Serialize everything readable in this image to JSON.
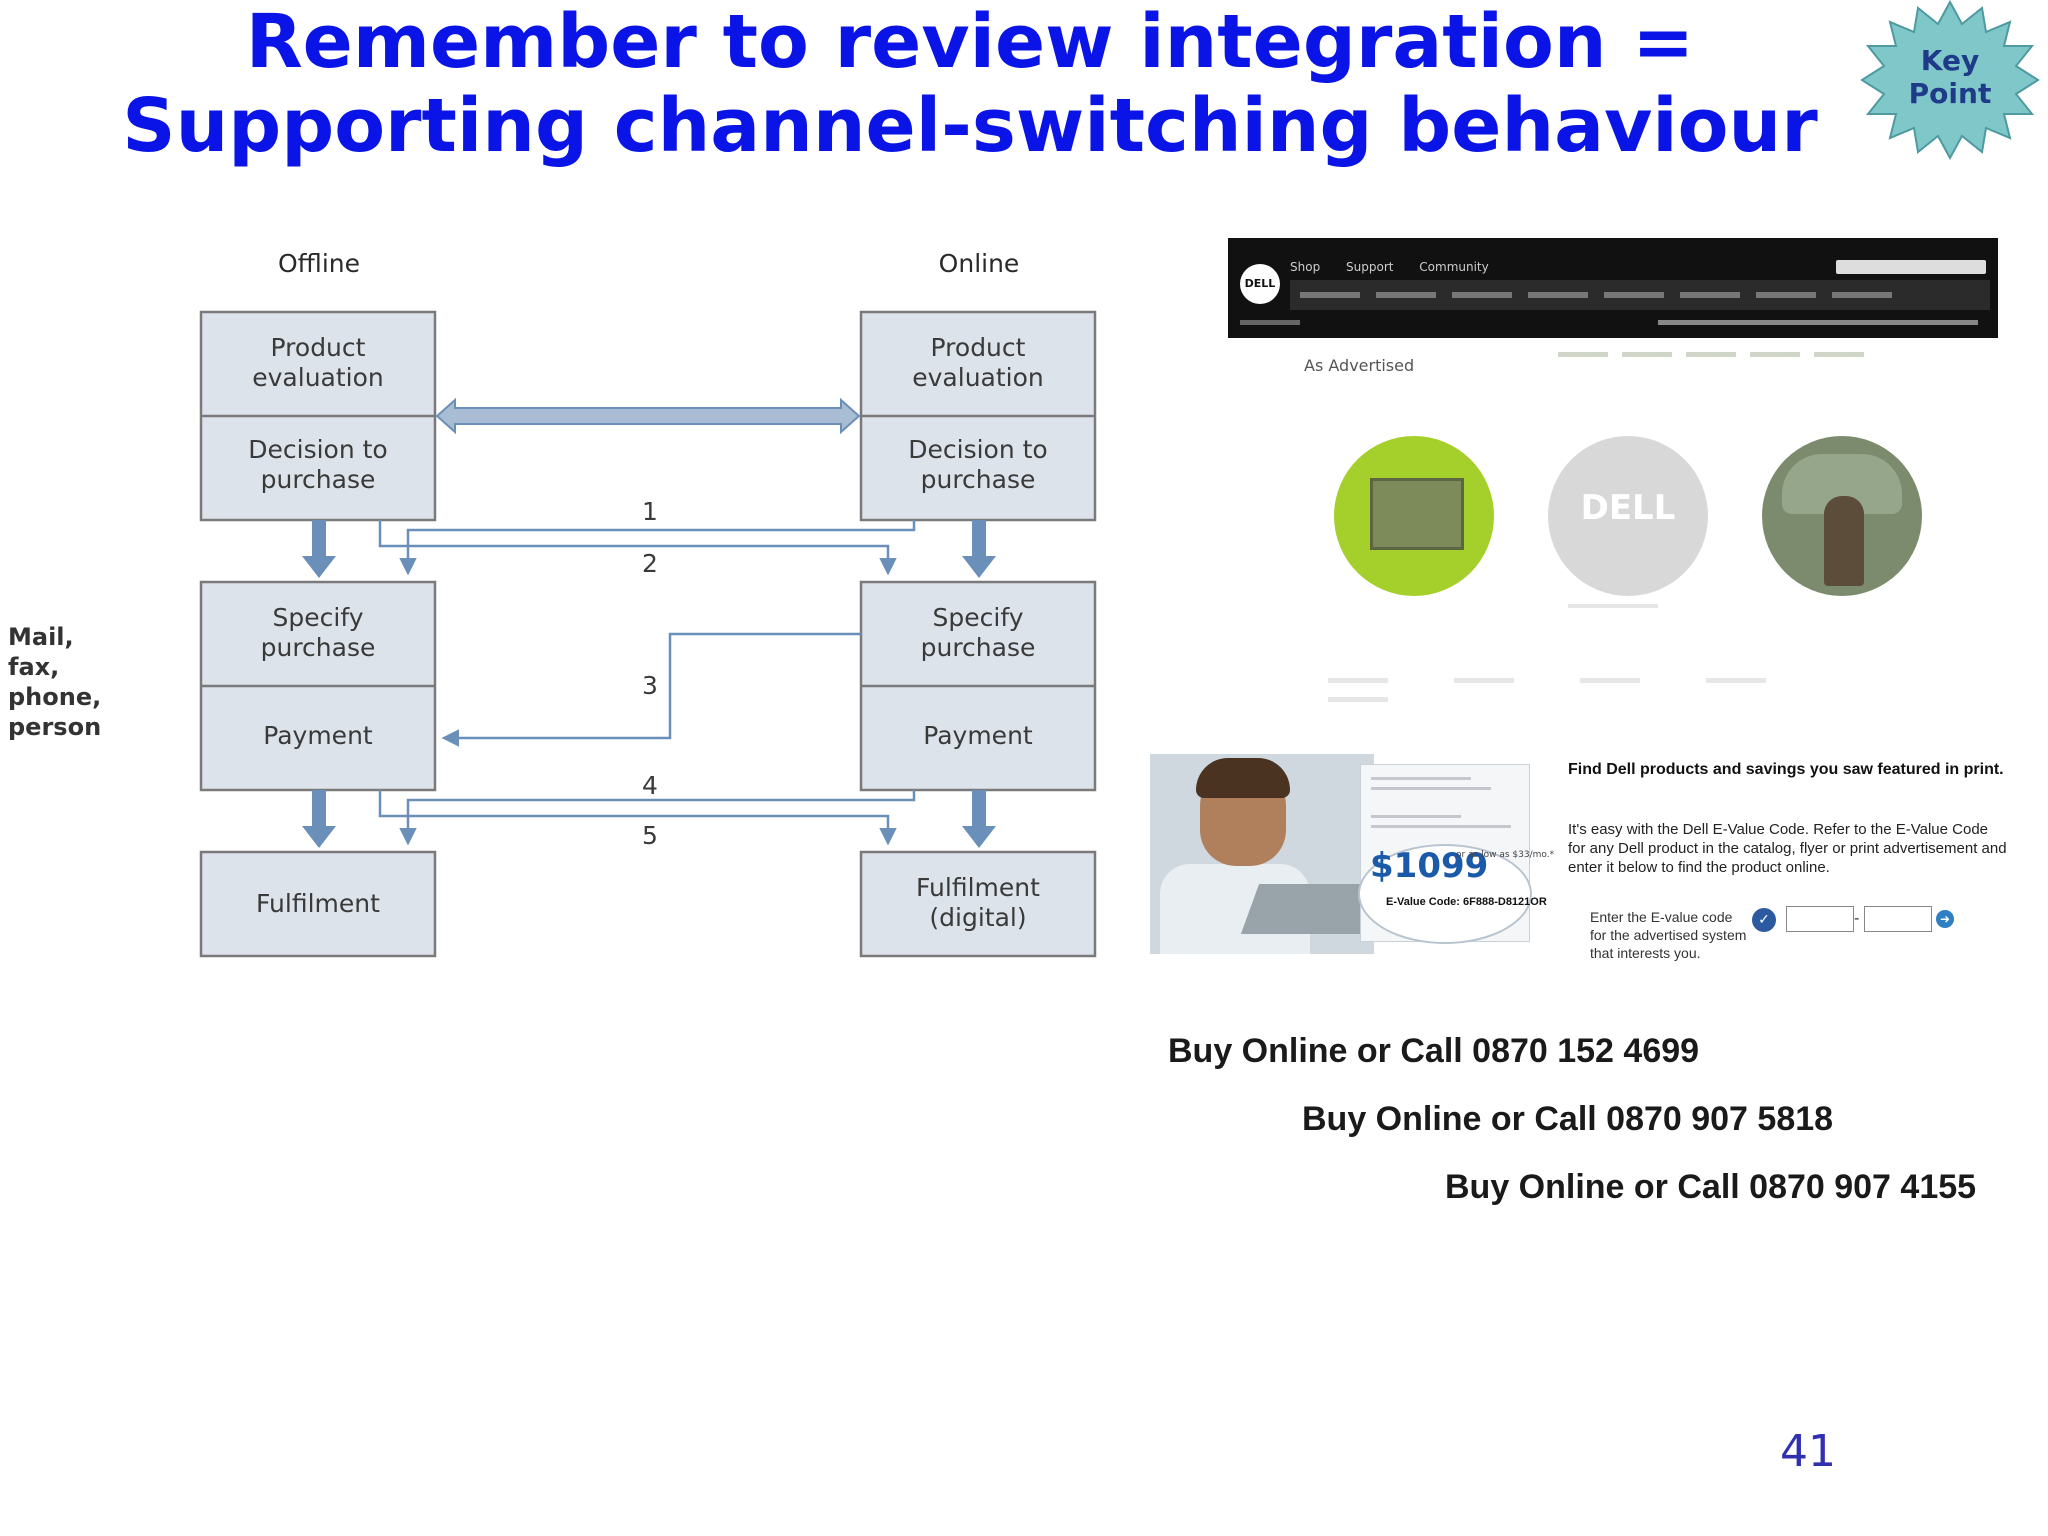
{
  "slide": {
    "title_line1": "Remember to review integration =",
    "title_line2": "Supporting channel-switching behaviour",
    "key_point_line1": "Key",
    "key_point_line2": "Point",
    "page_number": "41",
    "colors": {
      "title": "#0a14e6",
      "box_fill": "#dde3ea",
      "box_stroke": "#7a7a7a",
      "arrow": "#6a8fb8",
      "page_number": "#3030b0"
    }
  },
  "diagram": {
    "offline_header": "Offline",
    "online_header": "Online",
    "offline": {
      "product_evaluation": [
        "Product",
        "evaluation"
      ],
      "decision": [
        "Decision to",
        "purchase"
      ],
      "specify": [
        "Specify",
        "purchase"
      ],
      "payment": "Payment",
      "fulfilment": "Fulfilment"
    },
    "online": {
      "product_evaluation": [
        "Product",
        "evaluation"
      ],
      "decision": [
        "Decision to",
        "purchase"
      ],
      "specify": [
        "Specify",
        "purchase"
      ],
      "payment": "Payment",
      "fulfilment": [
        "Fulfilment",
        "(digital)"
      ]
    },
    "path_labels": [
      "1",
      "2",
      "3",
      "4",
      "5"
    ],
    "side_note": [
      "Mail,",
      "fax,",
      "phone,",
      "person"
    ]
  },
  "dell_page": {
    "nav": [
      "Shop",
      "Support",
      "Community"
    ],
    "logo": "DELL",
    "as_advertised": "As Advertised",
    "promo_heading": "Find Dell products and savings you saw featured in print.",
    "promo_body": "It's easy with the Dell E-Value Code. Refer to the E-Value Code for any Dell product in the catalog, flyer or print advertisement and enter it below to find the product online.",
    "evalue_prompt": "Enter the E-value code for the advertised system that interests you.",
    "price": "$1099",
    "price_note": "or as low as $33/mo.*",
    "evalue_code_label": "E-Value Code: 6F888-D8121OR"
  },
  "calls": [
    "Buy Online or Call 0870 152 4699",
    "Buy Online or Call 0870 907 5818",
    "Buy Online or Call 0870 907 4155"
  ]
}
